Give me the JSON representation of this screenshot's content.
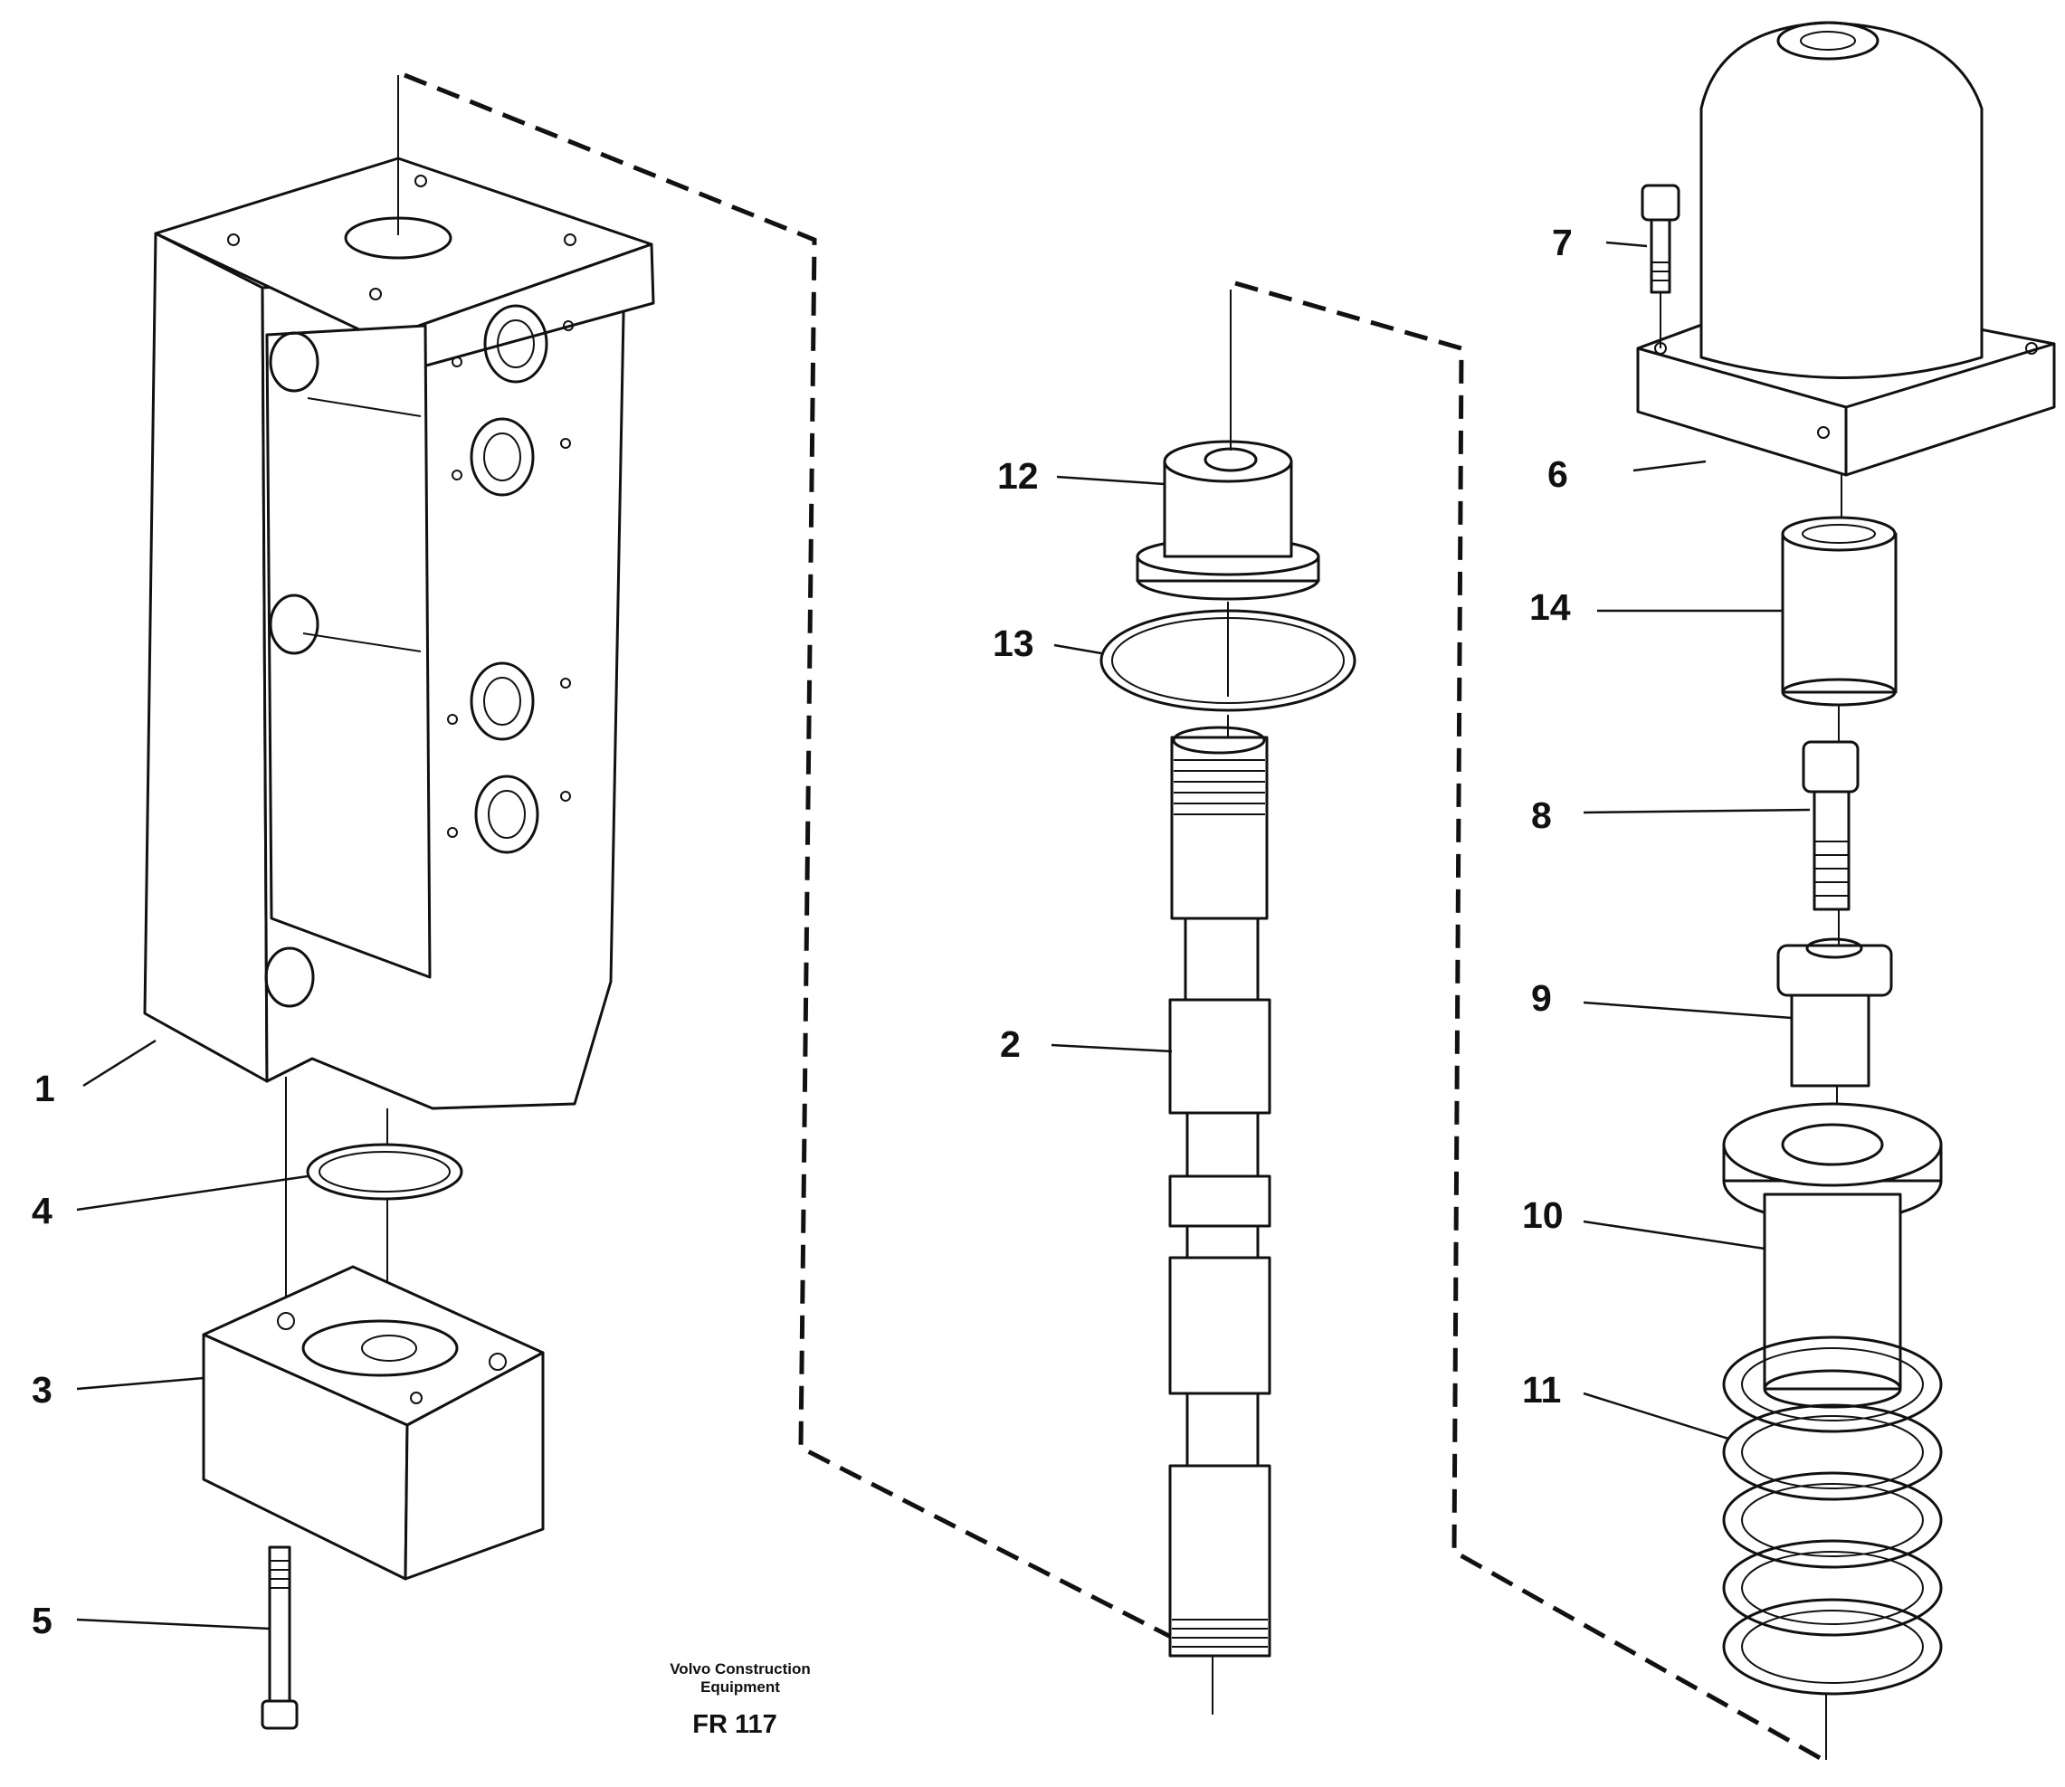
{
  "colors": {
    "ink": "#111111",
    "paper": "#ffffff"
  },
  "callouts": [
    "1",
    "2",
    "3",
    "4",
    "5",
    "6",
    "7",
    "8",
    "9",
    "10",
    "11",
    "12",
    "13",
    "14"
  ],
  "caption": {
    "company_line1": "Volvo Construction",
    "company_line2": "Equipment",
    "figure_code": "FR 117"
  }
}
